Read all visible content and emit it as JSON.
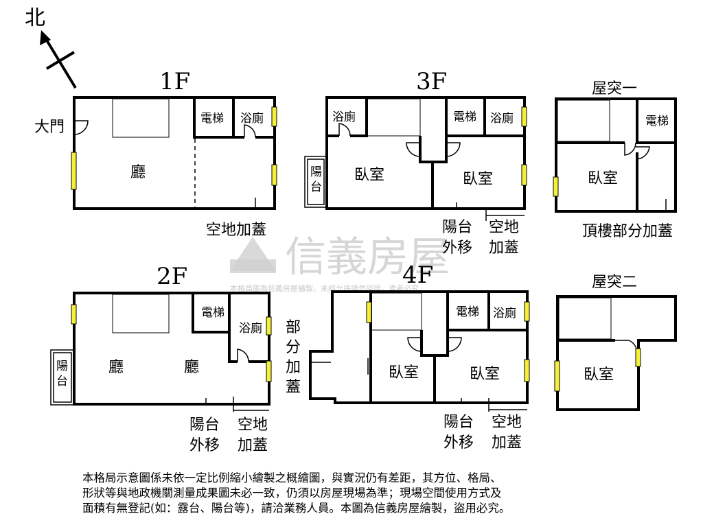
{
  "compass": {
    "label": "北"
  },
  "watermark": {
    "brand": "信義房屋",
    "notice": "本格局圖為信義房屋繪製，未經允許請勿盜用，違者必究"
  },
  "floors": {
    "f1": {
      "title": "1F",
      "door": "大門",
      "elevator": "電梯",
      "bath": "浴廁",
      "hall": "廳",
      "note": "空地加蓋"
    },
    "f2": {
      "title": "2F",
      "balcony": "陽台",
      "elevator": "電梯",
      "bath": "浴廁",
      "hall1": "廳",
      "hall2": "廳",
      "note1": "陽台外移",
      "note2": "空地加蓋"
    },
    "f3": {
      "title": "3F",
      "balcony": "陽台",
      "bath1": "浴廁",
      "elevator": "電梯",
      "bath2": "浴廁",
      "bedroom1": "臥室",
      "bedroom2": "臥室",
      "note1": "陽台外移",
      "note2": "空地加蓋"
    },
    "f4": {
      "title": "4F",
      "bath": "浴廁",
      "elevator": "電梯",
      "bedroom1": "臥室",
      "bedroom2": "臥室",
      "side_note": "部分加蓋",
      "note1": "陽台外移",
      "note2": "空地加蓋"
    },
    "r1": {
      "title": "屋突一",
      "elevator": "電梯",
      "bedroom": "臥室",
      "note": "頂樓部分加蓋"
    },
    "r2": {
      "title": "屋突二",
      "bedroom": "臥室"
    }
  },
  "disclaimer": "本格局示意圖係未依一定比例縮小繪製之概繪圖，與實況仍有差距，其方位、格局、\n形狀等與地政機關測量成果圖未必一致，仍須以房屋現場為準；現場空間使用方式及\n面積有無登記(如：露台、陽台等)，請洽業務人員。本圖為信義房屋繪製，盜用必究。"
}
